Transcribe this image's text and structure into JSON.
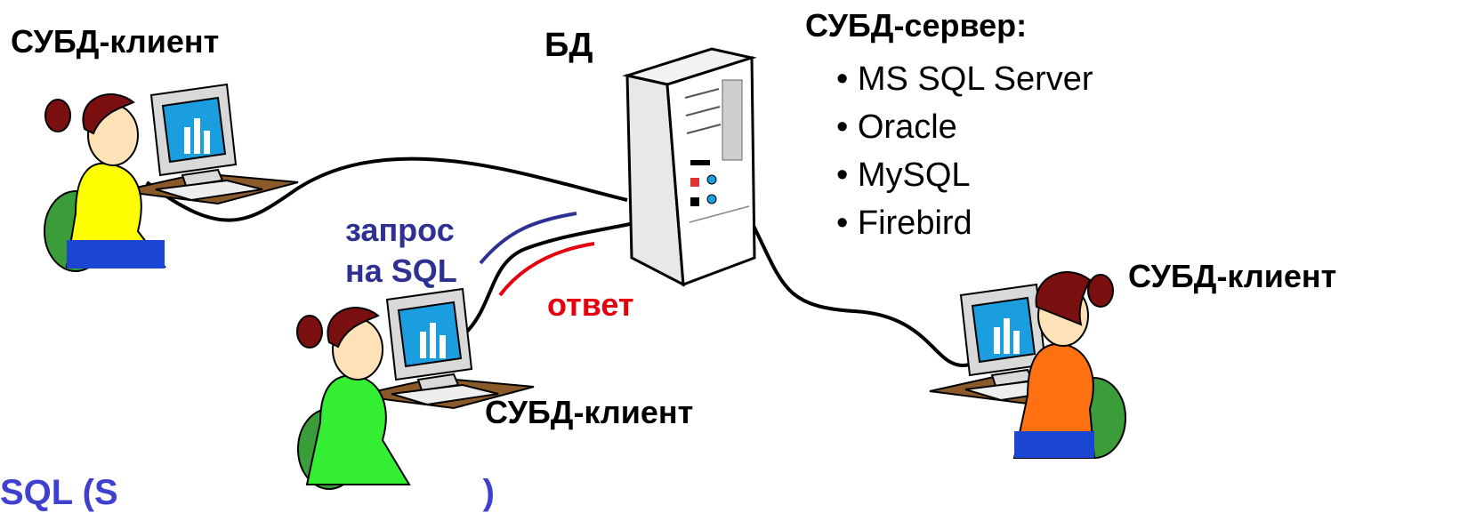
{
  "clients": [
    {
      "label": "СУБД-клиент",
      "shirt_color": "#ffff00"
    },
    {
      "label": "СУБД-клиент",
      "shirt_color": "#33ee33"
    },
    {
      "label": "СУБД-клиент",
      "shirt_color": "#ff7010"
    }
  ],
  "db_label": "БД",
  "server": {
    "title": "СУБД-сервер:",
    "items": [
      "MS SQL Server",
      "Oracle",
      "MySQL",
      "Firebird"
    ]
  },
  "request_label": {
    "line1": "запрос",
    "line2": "на SQL",
    "color": "#2e3192"
  },
  "response_label": {
    "text": "ответ",
    "color": "#e4000f"
  },
  "footer_fragment": {
    "start": "SQL (S",
    "end": ")"
  }
}
